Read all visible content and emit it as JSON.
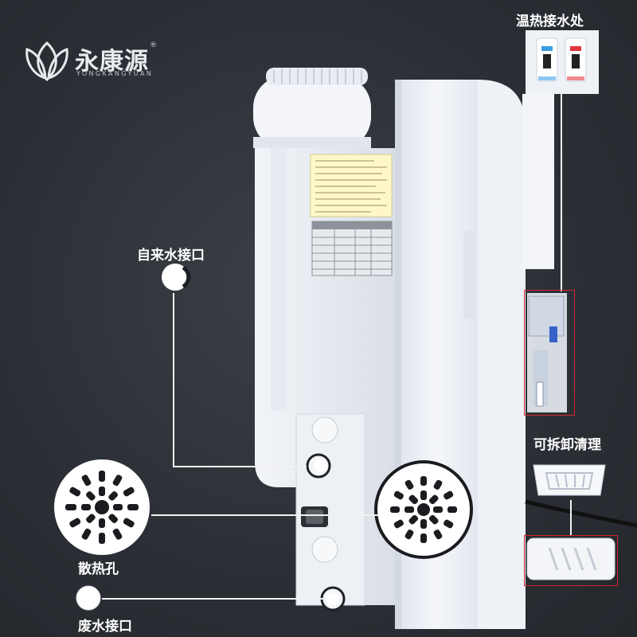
{
  "brand": {
    "name": "永康源",
    "registered": "®",
    "romanized": "YONGKANGYUAN"
  },
  "labels": {
    "tap": "温热接水处",
    "inlet": "自来水接口",
    "detachable": "可拆卸清理",
    "vent": "散热孔",
    "drain": "废水接口"
  },
  "icons": {
    "logo": "leaf-logo-icon",
    "inlet": "water-inlet-icon",
    "drain": "drain-outlet-icon",
    "vent": "vent-grille-icon",
    "tap": "tap-panel-icon",
    "tray": "drip-tray-icon"
  },
  "colors": {
    "background": "#2b2f35",
    "highlight": "#d3262f",
    "text": "#ffffff",
    "body": "#eef1f6"
  }
}
